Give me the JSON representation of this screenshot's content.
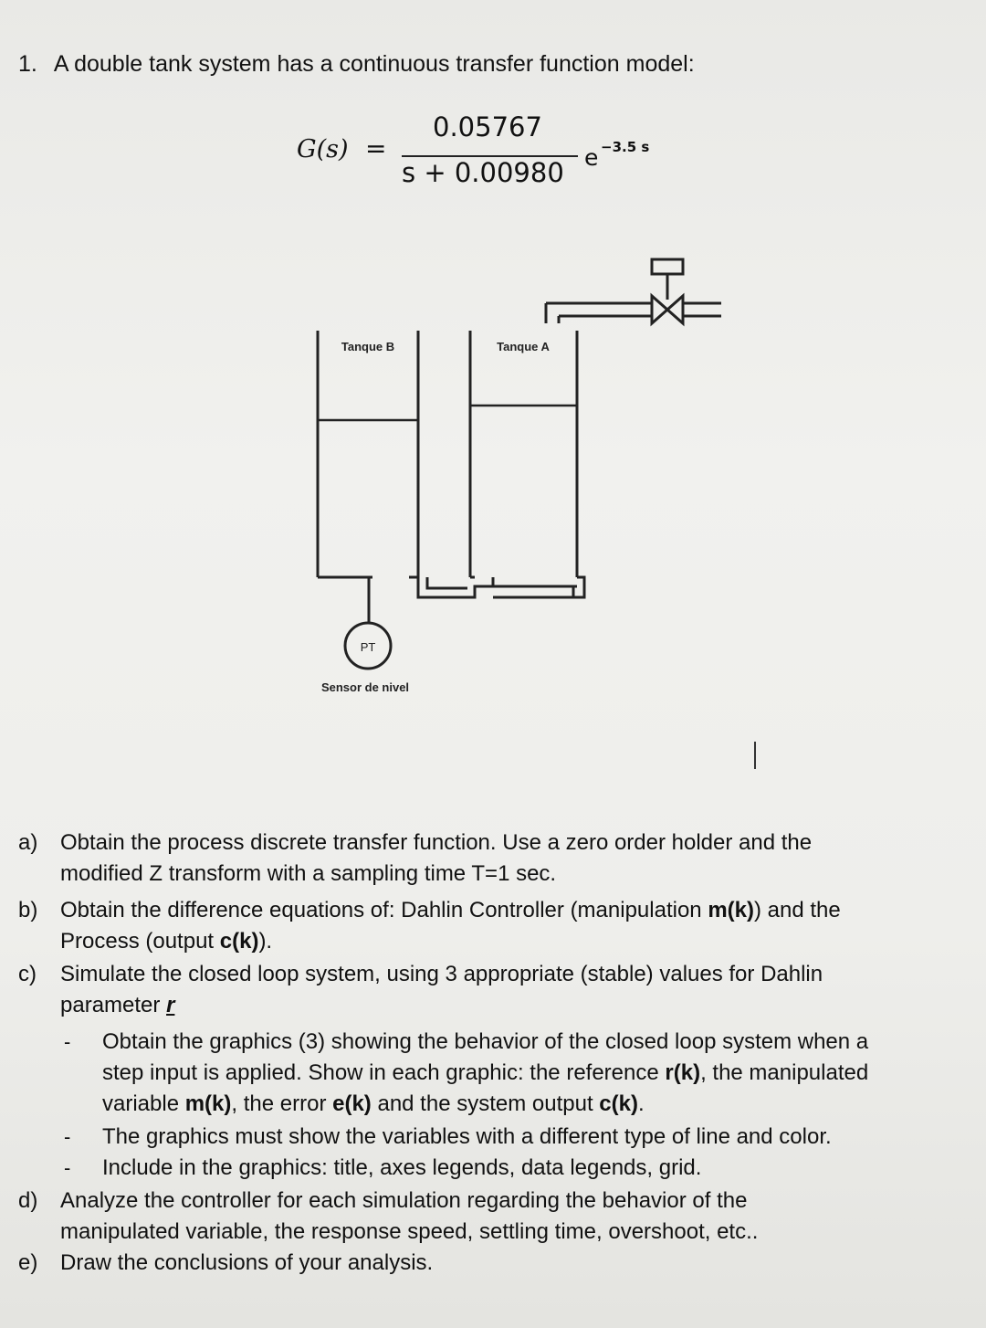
{
  "heading": {
    "number": "1.",
    "text": "A double tank system has a continuous transfer function model:"
  },
  "formula": {
    "lhs": "G(s)",
    "equals": "=",
    "numerator": "0.05767",
    "denominator": "s + 0.00980",
    "exp_base": "e",
    "exp_power": "−3.5 s"
  },
  "diagram": {
    "tank_b_label": "Tanque B",
    "tank_a_label": "Tanque A",
    "sensor_label": "PT",
    "sensor_caption": "Sensor de nivel"
  },
  "questions": {
    "a": {
      "label": "a)",
      "line1": "Obtain the process discrete transfer function. Use a zero order holder and the",
      "line2": "modified Z transform with a sampling time T=1 sec."
    },
    "b": {
      "label": "b)",
      "line1_pre": "Obtain the difference equations of: Dahlin Controller (manipulation ",
      "line1_bold": "m(k)",
      "line1_post": ") and the",
      "line2_pre": "Process (output ",
      "line2_bold": "c(k)",
      "line2_post": ")."
    },
    "c": {
      "label": "c)",
      "line1": "Simulate the closed loop system, using 3 appropriate (stable) values for Dahlin",
      "line2": "parameter ",
      "param_symbol": "r",
      "bullets": [
        {
          "dash": "-",
          "line1": "Obtain the graphics (3) showing the behavior of the closed loop system when a",
          "line2_pre": "step input is applied. Show in each graphic: the reference ",
          "line2_bold": "r(k)",
          "line2_post": ", the manipulated",
          "line3_pre": "variable ",
          "line3_b1": "m(k)",
          "line3_mid1": ", the error ",
          "line3_b2": "e(k)",
          "line3_mid2": " and the system output ",
          "line3_b3": "c(k)",
          "line3_post": "."
        },
        {
          "dash": "-",
          "line1": "The graphics must show the variables with a different type of line and color."
        },
        {
          "dash": "-",
          "line1": "Include in the graphics: title, axes legends, data legends, grid."
        }
      ]
    },
    "d": {
      "label": "d)",
      "line1": "Analyze the controller for each simulation regarding the behavior of the",
      "line2": "manipulated variable, the response speed, settling time, overshoot, etc.."
    },
    "e": {
      "label": "e)",
      "line1": "Draw the conclusions of your analysis."
    }
  }
}
